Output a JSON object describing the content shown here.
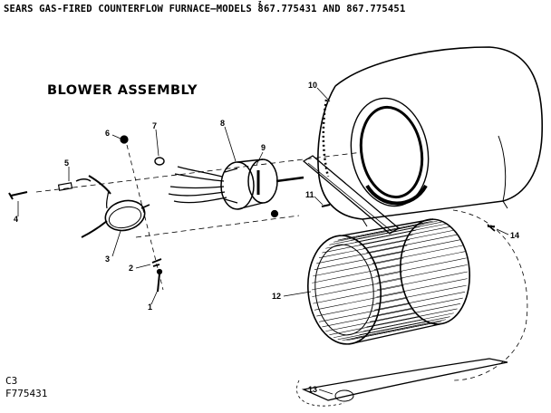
{
  "header": {
    "title": "SEARS GAS-FIRED COUNTERFLOW FURNACE—MODELS 867.775431 AND 867.775451",
    "superscript": "z"
  },
  "diagram": {
    "subtitle": "BLOWER ASSEMBLY",
    "callouts": [
      "1",
      "2",
      "3",
      "4",
      "5",
      "6",
      "7",
      "8",
      "9",
      "10",
      "11",
      "12",
      "13",
      "14"
    ]
  },
  "footer": {
    "code1": "C3",
    "code2": "F775431"
  }
}
